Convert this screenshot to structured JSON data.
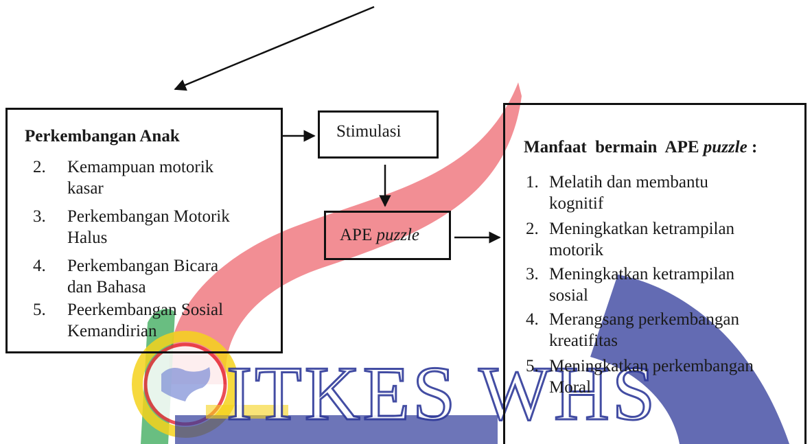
{
  "left_box": {
    "title": "Perkembangan Anak",
    "items": [
      {
        "number": "2.",
        "line1": "Kemampuan motorik",
        "line2": "kasar"
      },
      {
        "number": "3.",
        "line1": "Perkembangan Motorik",
        "line2": "Halus"
      },
      {
        "number": "4.",
        "line1": "Perkembangan Bicara",
        "line2": "dan Bahasa"
      },
      {
        "number": "5.",
        "line1": "Peerkembangan Sosial",
        "line2": "Kemandirian"
      }
    ]
  },
  "stimulasi_box": {
    "label": "Stimulasi"
  },
  "ape_box": {
    "label_prefix": "APE ",
    "label_italic": "puzzle"
  },
  "right_box": {
    "title_prefix": "Manfaat  bermain  APE ",
    "title_italic": "puzzle",
    "title_suffix": " :",
    "items": [
      {
        "number": "1.",
        "line1": "Melatih dan membantu",
        "line2": "kognitif"
      },
      {
        "number": "2.",
        "line1": "Meningkatkan ketrampilan",
        "line2": "motorik"
      },
      {
        "number": "3.",
        "line1": "Meningkatkan ketrampilan",
        "line2": "sosial"
      },
      {
        "number": "4.",
        "line1": "Merangsang perkembangan",
        "line2": "kreatifitas"
      },
      {
        "number": "5.",
        "line1": "Meningkatkan perkembangan",
        "line2": "Moral"
      }
    ]
  },
  "watermark": {
    "text": "ITKES WHS"
  },
  "colors": {
    "red": "#e8323c",
    "blue": "#2f3a9a",
    "yellow": "#f5d21c",
    "green": "#2aa24b",
    "line": "#111111"
  }
}
